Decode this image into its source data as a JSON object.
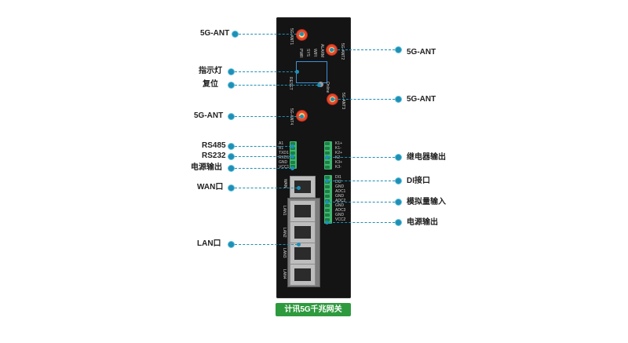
{
  "device": {
    "antenna_labels": [
      "5G-ANT1",
      "5G-ANT2",
      "5G-ANT3",
      "5G-ANT4"
    ],
    "led_labels": [
      "PWR",
      "SYS",
      "WIFI",
      "ALARM"
    ],
    "reset_label": "RESET",
    "online_label": "Online",
    "left_terminal_labels": [
      "A1",
      "B1",
      "TXD1",
      "RXD1",
      "GND",
      "VCC1"
    ],
    "right_top_terminal_labels": [
      "K1+",
      "K1-",
      "K2+",
      "K2-",
      "K3+",
      "K3-"
    ],
    "right_bottom_terminal_labels": [
      "DI1",
      "DI2",
      "GND",
      "ADC1",
      "GND",
      "ADC2",
      "GND",
      "ADC3",
      "GND",
      "VCC2"
    ],
    "wan_label": "WAN",
    "lan_labels": [
      "LAN1",
      "LAN2",
      "LAN3",
      "LAN4"
    ]
  },
  "callouts_left": [
    {
      "text": "5G-ANT"
    },
    {
      "text": "指示灯"
    },
    {
      "text": "复位"
    },
    {
      "text": "5G-ANT"
    },
    {
      "text": "RS485"
    },
    {
      "text": "RS232"
    },
    {
      "text": "电源输出"
    },
    {
      "text": "WAN口"
    },
    {
      "text": "LAN口"
    }
  ],
  "callouts_right": [
    {
      "text": "5G-ANT"
    },
    {
      "text": "5G-ANT"
    },
    {
      "text": "继电器输出"
    },
    {
      "text": "DI接口"
    },
    {
      "text": "模拟量输入"
    },
    {
      "text": "电源输出"
    }
  ],
  "caption": "计讯5G千兆网关",
  "colors": {
    "callout": "#1f8fb5",
    "banner": "#2e9a3e",
    "terminal": "#3fb86f",
    "antenna": "#e54a2a"
  }
}
